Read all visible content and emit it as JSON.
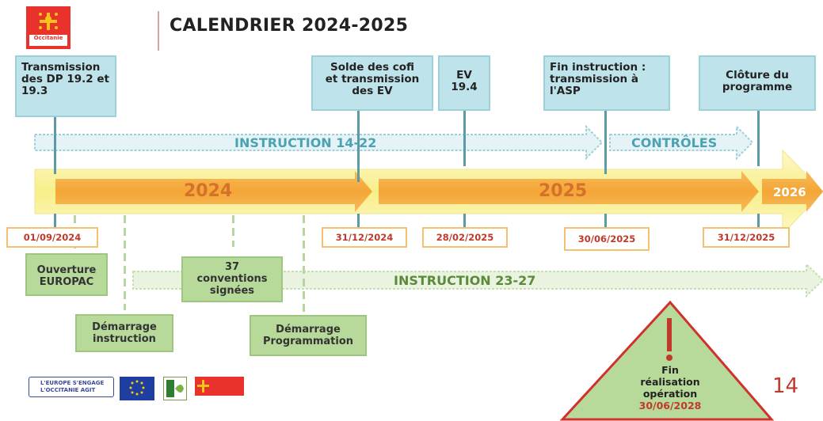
{
  "header": {
    "title": "CALENDRIER 2024-2025"
  },
  "top_milestones": [
    {
      "l1": "Transmission",
      "l2": "des DP 19.2 et",
      "l3": "19.3"
    },
    {
      "l1": "Solde des cofi",
      "l2": "et transmission",
      "l3": "des EV"
    },
    {
      "l1": "EV",
      "l2": "19.4",
      "l3": ""
    },
    {
      "l1": "Fin instruction :",
      "l2": "transmission à",
      "l3": "l'ASP"
    },
    {
      "l1": "Clôture du",
      "l2": "programme",
      "l3": ""
    }
  ],
  "bands": {
    "instruction_14_22": "INSTRUCTION 14-22",
    "controles": "CONTRÔLES",
    "instruction_23_27": "INSTRUCTION 23-27"
  },
  "years": [
    "2024",
    "2025",
    "2026"
  ],
  "dates": [
    "01/09/2024",
    "31/12/2024",
    "28/02/2025",
    "30/06/2025",
    "31/12/2025"
  ],
  "bottom_milestones": {
    "ouverture": {
      "l1": "Ouverture",
      "l2": "EUROPAC"
    },
    "conventions": {
      "l1": "37",
      "l2": "conventions",
      "l3": "signées"
    },
    "demarrage_instruction": {
      "l1": "Démarrage",
      "l2": "instruction"
    },
    "demarrage_programmation": {
      "l1": "Démarrage",
      "l2": "Programmation"
    }
  },
  "fin_realisation": {
    "l1": "Fin",
    "l2": "réalisation",
    "l3": "opération",
    "date": "30/06/2028"
  },
  "footer": {
    "europe_logo_l1": "L'EUROPE S'ENGAGE",
    "europe_logo_l2": "L'OCCITANIE AGIT",
    "region_logo": "Occitanie",
    "page_number": "14"
  },
  "colors": {
    "teal": "#bfe3ea",
    "orange": "#f4a636",
    "yellow": "#fbf5a4",
    "green": "#b7d99a",
    "red": "#c0392b"
  }
}
